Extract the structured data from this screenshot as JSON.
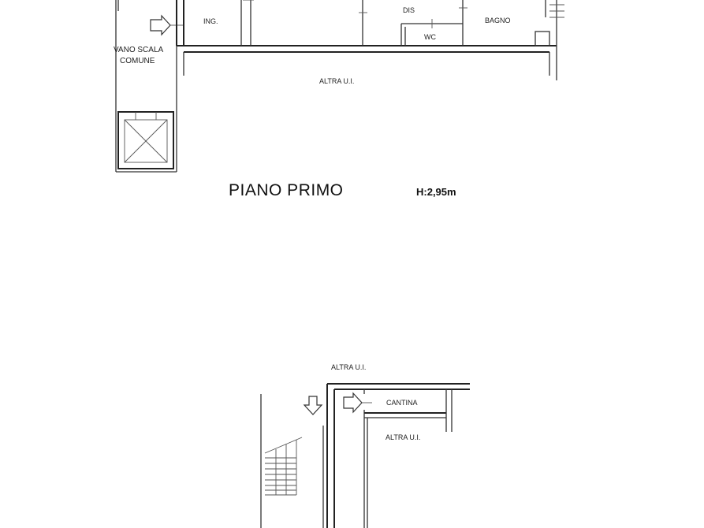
{
  "upper_plan": {
    "rooms": {
      "ingresso": "ING.",
      "disimpegno": "DIS",
      "wc": "WC",
      "bagno": "BAGNO",
      "altra_ui": "ALTRA U.I."
    },
    "stair_label_line1": "VANO SCALA",
    "stair_label_line2": "COMUNE",
    "floor_title": "PIANO PRIMO",
    "floor_height": "H:2,95m"
  },
  "lower_plan": {
    "altra_ui_top": "ALTRA U.I.",
    "cantina": "CANTINA",
    "altra_ui_right": "ALTRA U.I."
  }
}
